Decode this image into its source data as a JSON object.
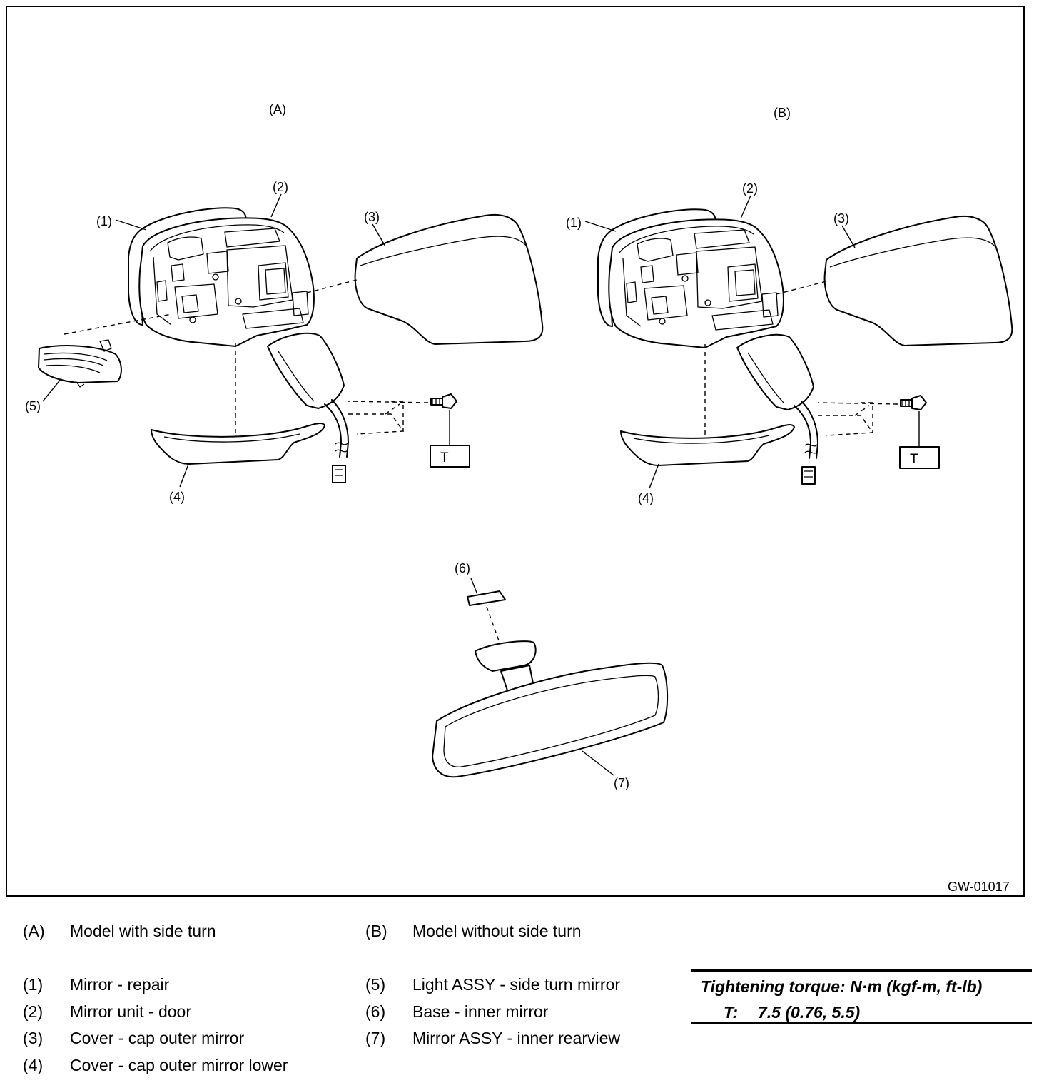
{
  "figure": {
    "code": "GW-01017",
    "variant_labels": {
      "a": "(A)",
      "b": "(B)"
    },
    "callouts": {
      "c1": "(1)",
      "c2": "(2)",
      "c3": "(3)",
      "c4": "(4)",
      "c5": "(5)",
      "c6": "(6)",
      "c7": "(7)"
    },
    "torque_tag": "T"
  },
  "legend": {
    "variants": [
      {
        "key": "(A)",
        "label": "Model with side turn"
      },
      {
        "key": "(B)",
        "label": "Model without side turn"
      }
    ],
    "parts_left": [
      {
        "key": "(1)",
        "label": "Mirror - repair"
      },
      {
        "key": "(2)",
        "label": "Mirror unit - door"
      },
      {
        "key": "(3)",
        "label": "Cover - cap outer mirror"
      },
      {
        "key": "(4)",
        "label": "Cover - cap outer mirror lower"
      }
    ],
    "parts_right": [
      {
        "key": "(5)",
        "label": "Light ASSY - side turn mirror"
      },
      {
        "key": "(6)",
        "label": "Base - inner mirror"
      },
      {
        "key": "(7)",
        "label": "Mirror ASSY - inner rearview"
      }
    ]
  },
  "torque": {
    "title": "Tightening torque: N·m (kgf-m, ft-lb)",
    "key": "T:",
    "value": "7.5 (0.76, 5.5)"
  }
}
